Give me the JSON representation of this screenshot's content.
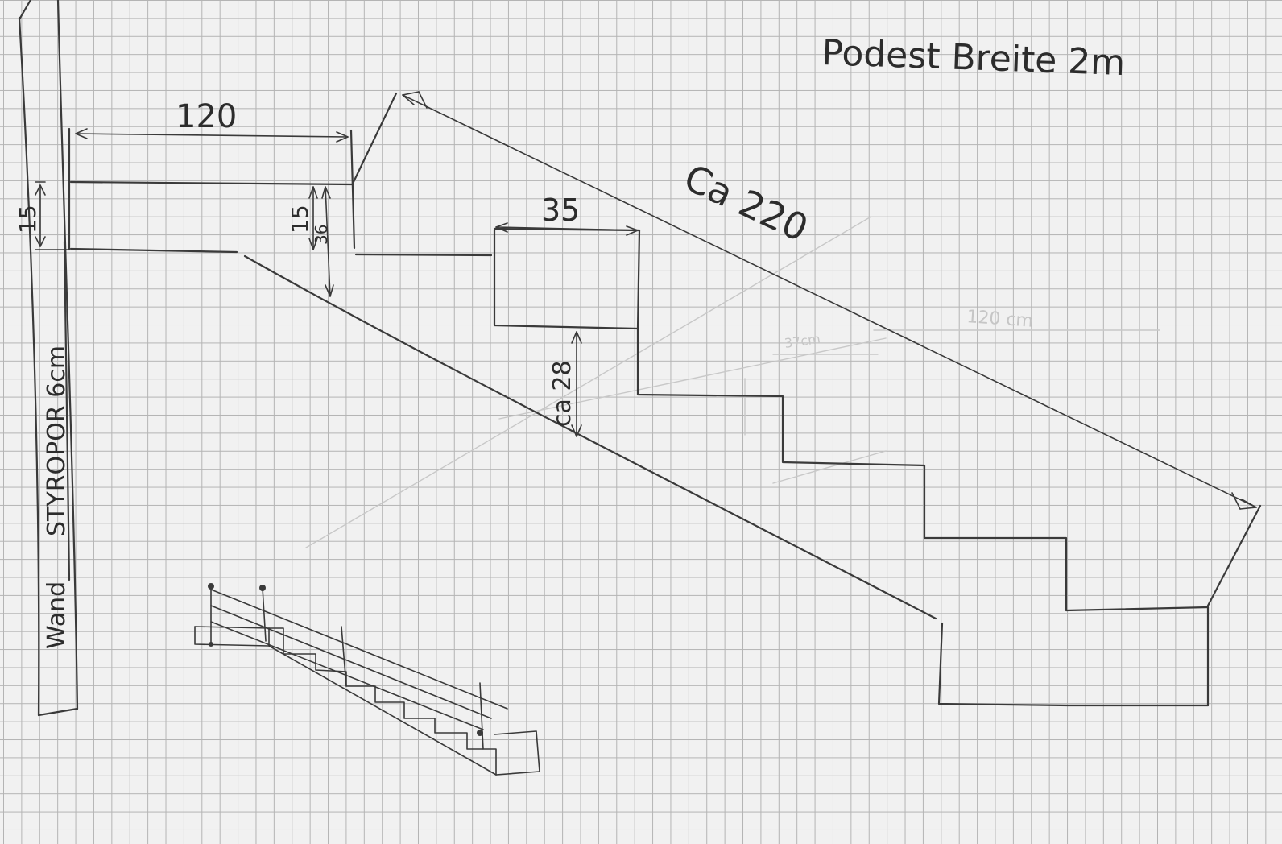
{
  "title": "Podest Breite 2m",
  "labels": {
    "top_length": "120",
    "wall_thickness": "15",
    "landing_thickness": "15",
    "landing_depth": "36",
    "tread": "35",
    "clearance": "ca 28",
    "diagonal": "Ca 220",
    "wall": "Wand",
    "insulation": "STYROPOR 6cm"
  },
  "faint_labels": {
    "a": "120 cm",
    "b": "37cm"
  },
  "colors": {
    "paper": "#f1f1f1",
    "grid": "#b4b4b4",
    "ink": "#3a3a3a"
  }
}
